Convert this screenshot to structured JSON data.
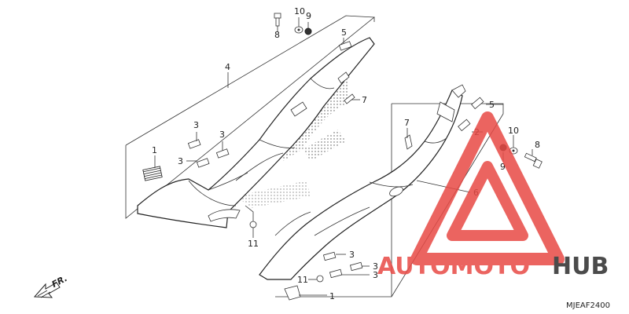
{
  "diagram": {
    "code": "MJEAF2400",
    "front_marker": "FR.",
    "callouts": [
      {
        "id": "c8a",
        "label": "8"
      },
      {
        "id": "c10a",
        "label": "10"
      },
      {
        "id": "c9a",
        "label": "9"
      },
      {
        "id": "c5a",
        "label": "5"
      },
      {
        "id": "c4",
        "label": "4"
      },
      {
        "id": "c7a",
        "label": "7"
      },
      {
        "id": "c3a",
        "label": "3"
      },
      {
        "id": "c3b",
        "label": "3"
      },
      {
        "id": "c3c",
        "label": "3"
      },
      {
        "id": "c1a",
        "label": "1"
      },
      {
        "id": "c11a",
        "label": "11"
      },
      {
        "id": "c5b",
        "label": "5"
      },
      {
        "id": "c2",
        "label": "2"
      },
      {
        "id": "c7b",
        "label": "7"
      },
      {
        "id": "c10b",
        "label": "10"
      },
      {
        "id": "c9b",
        "label": "9"
      },
      {
        "id": "c8b",
        "label": "8"
      },
      {
        "id": "c6",
        "label": "6"
      },
      {
        "id": "c3d",
        "label": "3"
      },
      {
        "id": "c3e",
        "label": "3"
      },
      {
        "id": "c3f",
        "label": "3"
      },
      {
        "id": "c11b",
        "label": "11"
      },
      {
        "id": "c1b",
        "label": "1"
      }
    ]
  },
  "watermark": {
    "text_part1": "AUTOMOTO",
    "text_part2": "HUB",
    "color_red": "#e84a45",
    "color_dark": "#2c2c2c"
  }
}
